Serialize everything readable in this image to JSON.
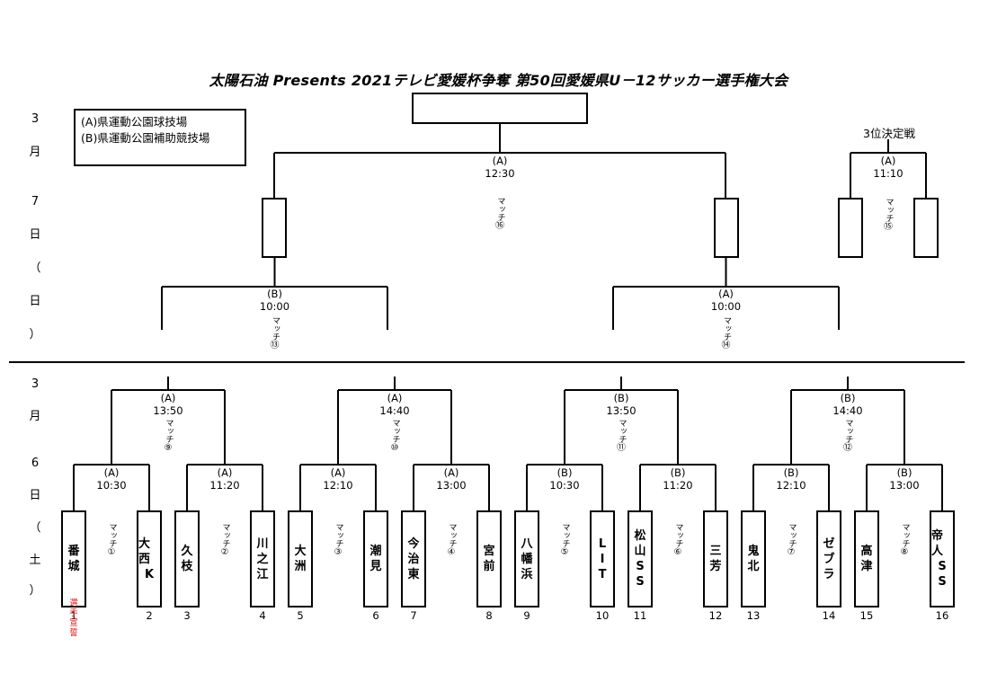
{
  "title": "太陽石油 Presents 2021テレビ愛媛杯争奪 第50回愛媛県U－12サッカー選手権大会",
  "legend": [
    "(A)県運動公園球技場",
    "(B)県運動公園補助競技場"
  ],
  "day1_label": [
    "3",
    "月",
    "7",
    "日",
    "（",
    "日",
    "）"
  ],
  "day2_label": [
    "3",
    "月",
    "6",
    "日",
    "（",
    "土",
    "）"
  ],
  "third_place": {
    "label": "3位決定戦",
    "venue": "(A)",
    "time": "11:10",
    "match_text": "マッチ",
    "match_num": "⑮"
  },
  "final": {
    "venue": "(A)",
    "time": "12:30",
    "match_text": "マッチ",
    "match_num": "⑯"
  },
  "semis": [
    {
      "venue": "(B)",
      "time": "10:00",
      "match_text": "マッチ",
      "match_num": "⑬"
    },
    {
      "venue": "(A)",
      "time": "10:00",
      "match_text": "マッチ",
      "match_num": "⑭"
    }
  ],
  "quarters": [
    {
      "venue": "(A)",
      "time": "13:50",
      "match_text": "マッチ",
      "match_num": "⑨"
    },
    {
      "venue": "(A)",
      "time": "14:40",
      "match_text": "マッチ",
      "match_num": "⑩"
    },
    {
      "venue": "(B)",
      "time": "13:50",
      "match_text": "マッチ",
      "match_num": "⑪"
    },
    {
      "venue": "(B)",
      "time": "14:40",
      "match_text": "マッチ",
      "match_num": "⑫"
    }
  ],
  "round1": [
    {
      "venue": "(A)",
      "time": "10:30",
      "match_text": "マッチ",
      "match_num": "①"
    },
    {
      "venue": "(A)",
      "time": "11:20",
      "match_text": "マッチ",
      "match_num": "②"
    },
    {
      "venue": "(A)",
      "time": "12:10",
      "match_text": "マッチ",
      "match_num": "③"
    },
    {
      "venue": "(A)",
      "time": "13:00",
      "match_text": "マッチ",
      "match_num": "④"
    },
    {
      "venue": "(B)",
      "time": "10:30",
      "match_text": "マッチ",
      "match_num": "⑤"
    },
    {
      "venue": "(B)",
      "time": "11:20",
      "match_text": "マッチ",
      "match_num": "⑥"
    },
    {
      "venue": "(B)",
      "time": "12:10",
      "match_text": "マッチ",
      "match_num": "⑦"
    },
    {
      "venue": "(B)",
      "time": "13:00",
      "match_text": "マッチ",
      "match_num": "⑧"
    }
  ],
  "teams": [
    {
      "seed": "1",
      "name": [
        "番",
        "城"
      ]
    },
    {
      "seed": "2",
      "name": [
        "大西",
        "K"
      ]
    },
    {
      "seed": "3",
      "name": [
        "久",
        "枝"
      ]
    },
    {
      "seed": "4",
      "name": [
        "川",
        "之",
        "江"
      ]
    },
    {
      "seed": "5",
      "name": [
        "大",
        "洲"
      ]
    },
    {
      "seed": "6",
      "name": [
        "潮",
        "見"
      ]
    },
    {
      "seed": "7",
      "name": [
        "今",
        "治",
        "東"
      ]
    },
    {
      "seed": "8",
      "name": [
        "宮",
        "前"
      ]
    },
    {
      "seed": "9",
      "name": [
        "八",
        "幡",
        "浜"
      ]
    },
    {
      "seed": "10",
      "name": [
        "L",
        "I",
        "T"
      ]
    },
    {
      "seed": "11",
      "name": [
        "松",
        "山",
        "S",
        "S"
      ]
    },
    {
      "seed": "12",
      "name": [
        "三",
        "芳"
      ]
    },
    {
      "seed": "13",
      "name": [
        "鬼",
        "北"
      ]
    },
    {
      "seed": "14",
      "name": [
        "ゼ",
        "ブ",
        "ラ"
      ]
    },
    {
      "seed": "15",
      "name": [
        "高",
        "津"
      ]
    },
    {
      "seed": "16",
      "name": [
        "帝人",
        "S",
        "S"
      ]
    }
  ],
  "oath_note": [
    "選",
    "手",
    "宣",
    "誓"
  ]
}
